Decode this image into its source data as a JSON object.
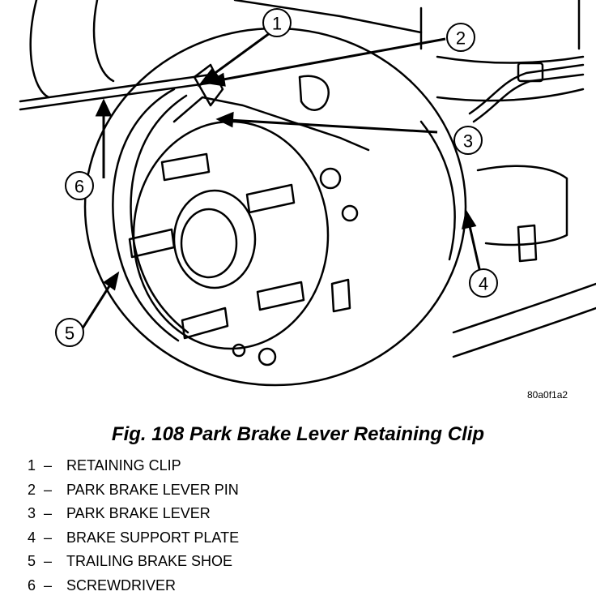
{
  "figure": {
    "code": "80a0f1a2",
    "caption": "Fig. 108 Park Brake Lever Retaining Clip",
    "callouts": [
      "1",
      "2",
      "3",
      "4",
      "5",
      "6"
    ]
  },
  "legend": [
    {
      "num": "1",
      "dash": "–",
      "label": "RETAINING CLIP"
    },
    {
      "num": "2",
      "dash": "–",
      "label": "PARK BRAKE LEVER PIN"
    },
    {
      "num": "3",
      "dash": "–",
      "label": "PARK BRAKE LEVER"
    },
    {
      "num": "4",
      "dash": "–",
      "label": "BRAKE SUPPORT PLATE"
    },
    {
      "num": "5",
      "dash": "–",
      "label": "TRAILING BRAKE SHOE"
    },
    {
      "num": "6",
      "dash": "–",
      "label": "SCREWDRIVER"
    }
  ]
}
